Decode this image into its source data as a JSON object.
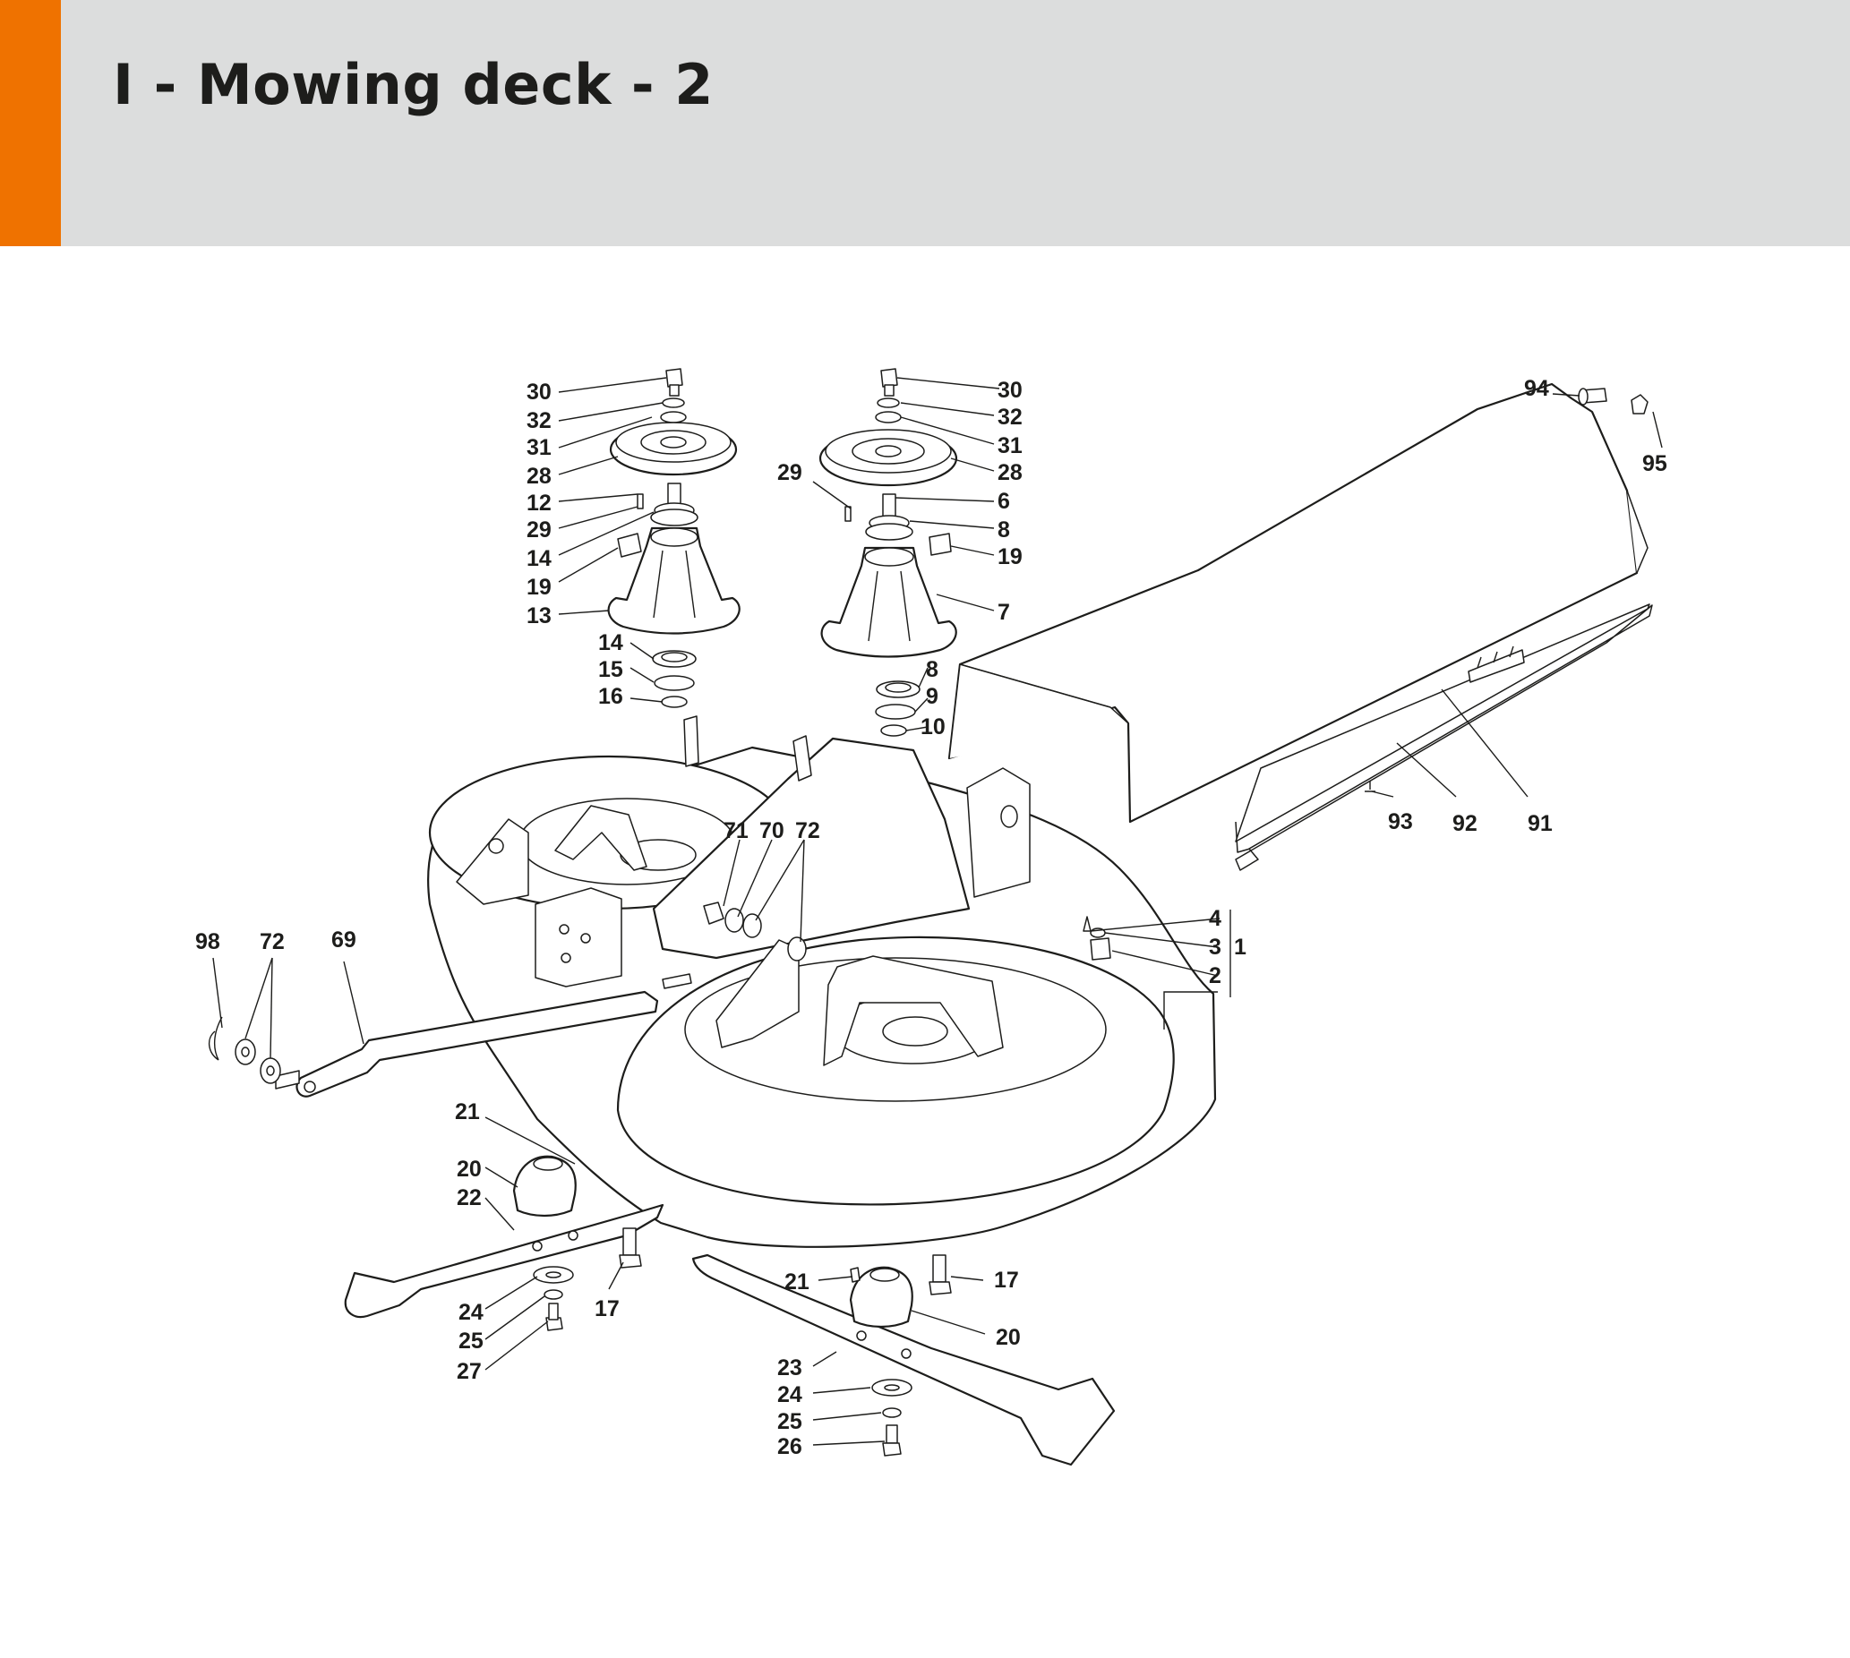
{
  "title": "I - Mowing deck - 2",
  "colors": {
    "accent": "#ef7200",
    "header_bg": "#dcdddd",
    "ink": "#1d1d1b"
  },
  "callouts": {
    "c30a": "30",
    "c32a": "32",
    "c31a": "31",
    "c28a": "28",
    "c12": "12",
    "c29a": "29",
    "c14a": "14",
    "c19a": "19",
    "c13": "13",
    "c14b": "14",
    "c15": "15",
    "c16": "16",
    "c30b": "30",
    "c32b": "32",
    "c31b": "31",
    "c28b": "28",
    "c29b": "29",
    "c6": "6",
    "c8a": "8",
    "c19b": "19",
    "c7": "7",
    "c8b": "8",
    "c9": "9",
    "c10": "10",
    "c94": "94",
    "c95": "95",
    "c93": "93",
    "c92": "92",
    "c91": "91",
    "c71": "71",
    "c70": "70",
    "c72a": "72",
    "c4": "4",
    "c3": "3",
    "c1": "1",
    "c2": "2",
    "c98": "98",
    "c72b": "72",
    "c69": "69",
    "c21a": "21",
    "c20a": "20",
    "c22": "22",
    "c24a": "24",
    "c25a": "25",
    "c27": "27",
    "c17a": "17",
    "c21b": "21",
    "c17b": "17",
    "c20b": "20",
    "c23": "23",
    "c24b": "24",
    "c25b": "25",
    "c26": "26"
  }
}
